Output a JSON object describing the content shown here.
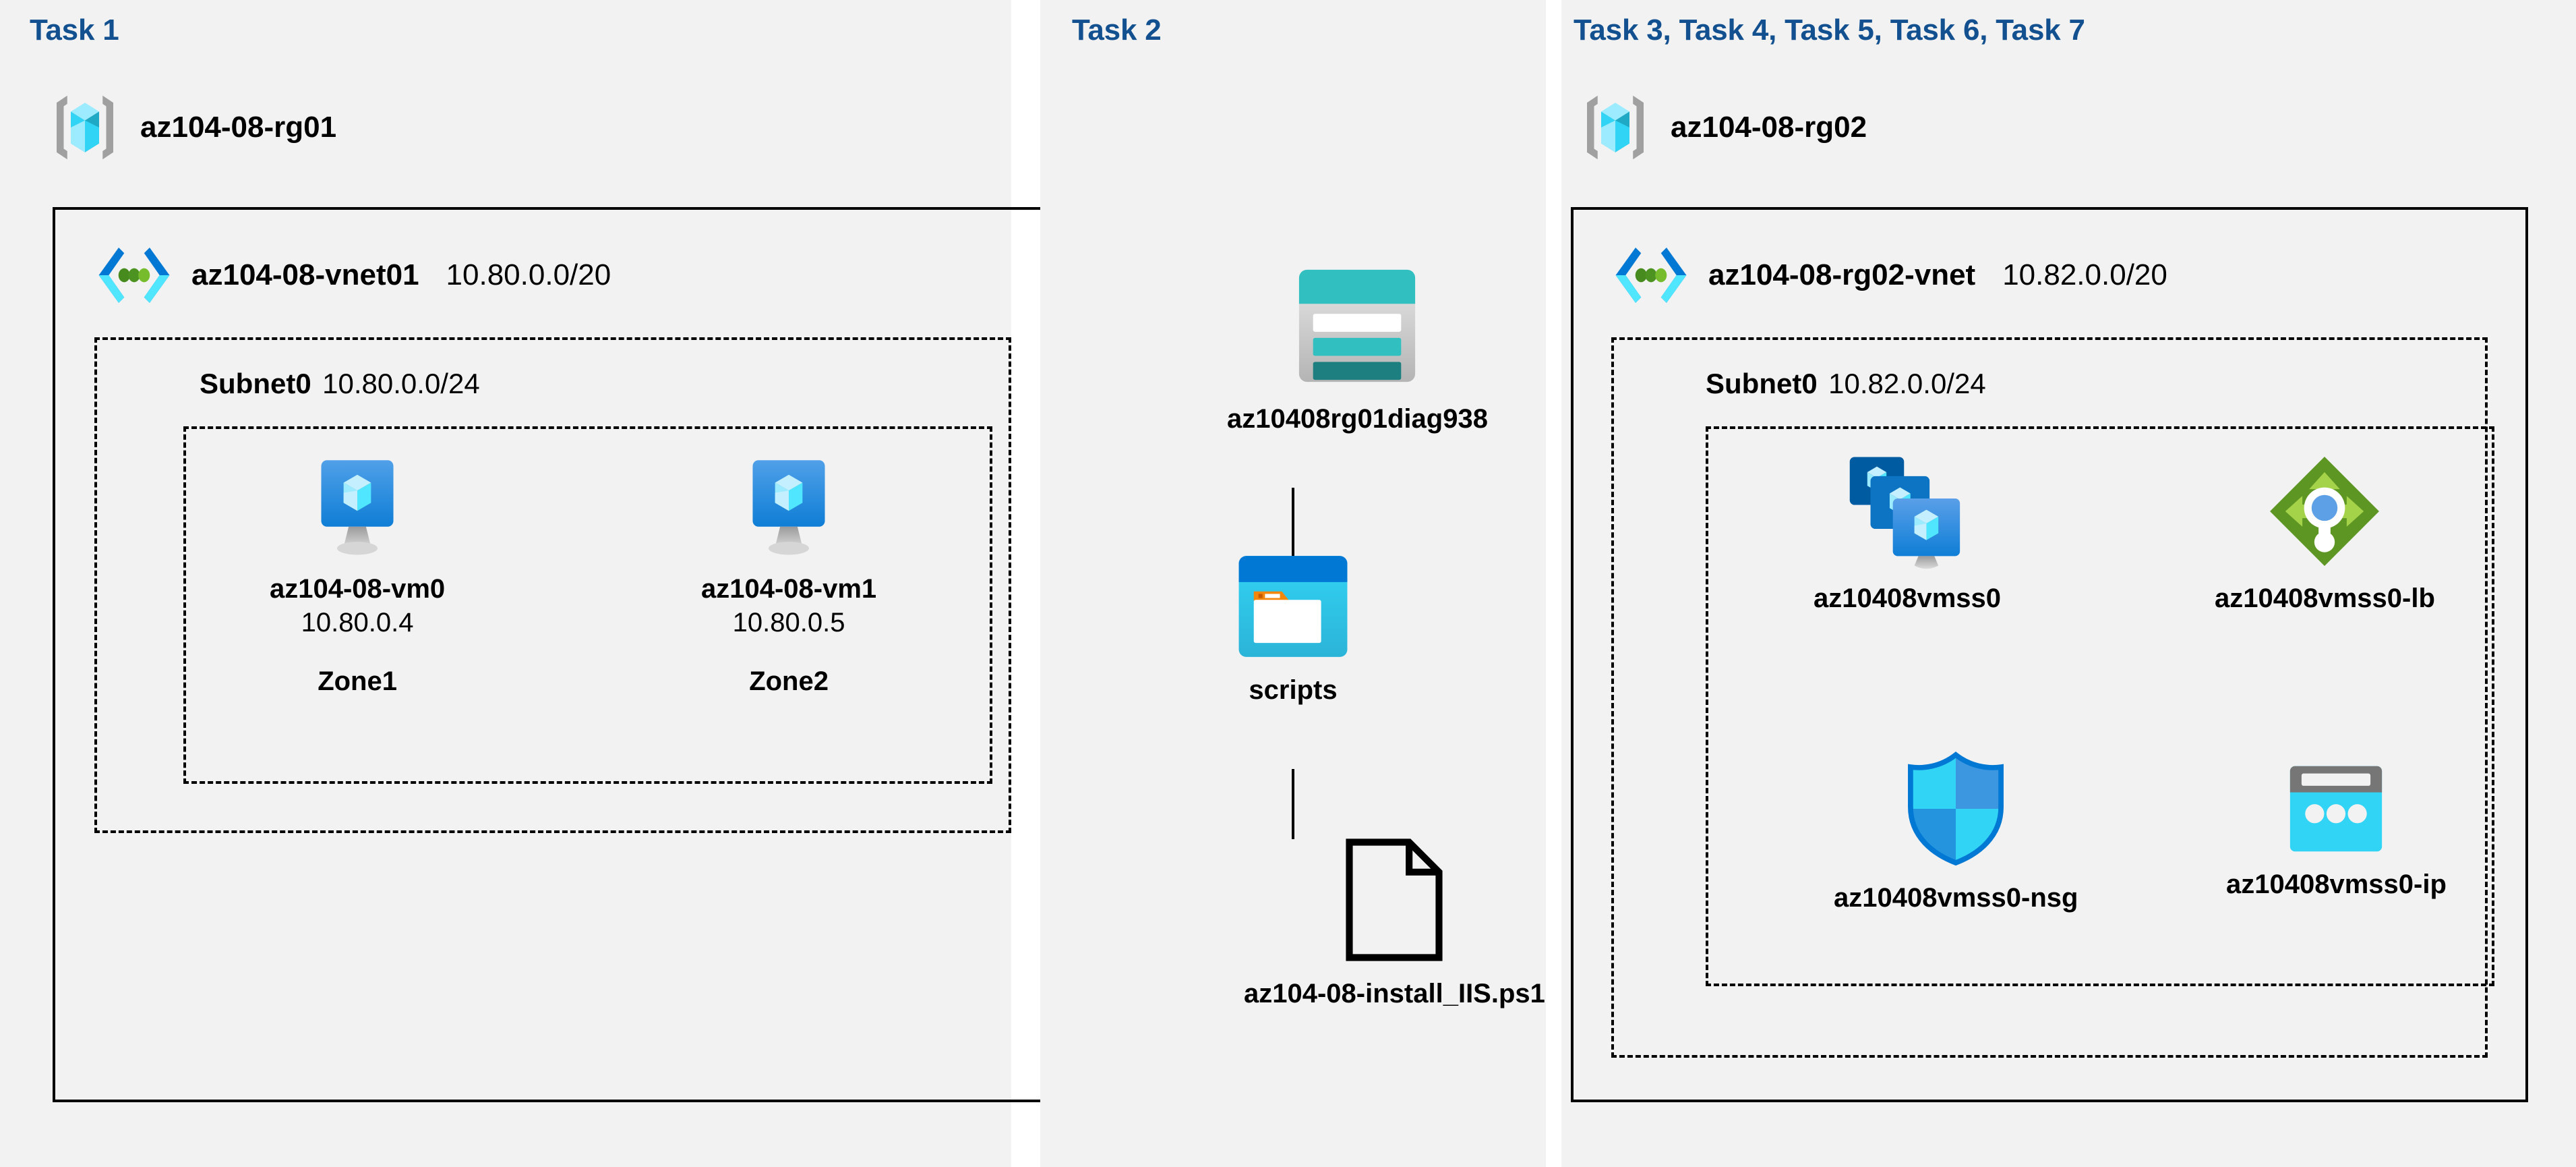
{
  "diagram": {
    "title": "Azure AZ-104 Lab 08 architecture",
    "colors": {
      "task_label": "#12508f",
      "panel_background": "#f2f2f2",
      "page_background": "#ffffff",
      "outline": "#000000",
      "azure_blue": "#0078d4",
      "azure_cyan": "#50e6ff",
      "storage_teal": "#32bfbf",
      "lb_green": "#5e9624",
      "nsg_cyan": "#32d4f5"
    }
  },
  "panels": [
    {
      "task_label": "Task 1"
    },
    {
      "task_label": "Task 2"
    },
    {
      "task_label": "Task 3, Task 4, Task 5, Task 6, Task 7"
    }
  ],
  "task1": {
    "resource_group": {
      "name": "az104-08-rg01",
      "icon": "resource-group-icon"
    },
    "vnet": {
      "name": "az104-08-vnet01",
      "cidr": "10.80.0.0/20",
      "icon": "virtual-network-icon"
    },
    "subnet": {
      "name": "Subnet0",
      "cidr": "10.80.0.0/24"
    },
    "vms": [
      {
        "name": "az104-08-vm0",
        "ip": "10.80.0.4",
        "zone": "Zone1",
        "icon": "virtual-machine-icon"
      },
      {
        "name": "az104-08-vm1",
        "ip": "10.80.0.5",
        "zone": "Zone2",
        "icon": "virtual-machine-icon"
      }
    ]
  },
  "task2": {
    "storage_account": {
      "name": "az10408rg01diag938",
      "icon": "storage-account-icon"
    },
    "container": {
      "name": "scripts",
      "icon": "blob-container-icon"
    },
    "file": {
      "name": "az104-08-install_IIS.ps1",
      "icon": "file-icon"
    }
  },
  "task3to7": {
    "resource_group": {
      "name": "az104-08-rg02",
      "icon": "resource-group-icon"
    },
    "vnet": {
      "name": "az104-08-rg02-vnet",
      "cidr": "10.82.0.0/20",
      "icon": "virtual-network-icon"
    },
    "subnet": {
      "name": "Subnet0",
      "cidr": "10.82.0.0/24"
    },
    "resources": [
      {
        "name": "az10408vmss0",
        "icon": "vm-scale-set-icon"
      },
      {
        "name": "az10408vmss0-lb",
        "icon": "load-balancer-icon"
      },
      {
        "name": "az10408vmss0-nsg",
        "icon": "network-security-group-icon"
      },
      {
        "name": "az10408vmss0-ip",
        "icon": "public-ip-address-icon"
      }
    ]
  }
}
